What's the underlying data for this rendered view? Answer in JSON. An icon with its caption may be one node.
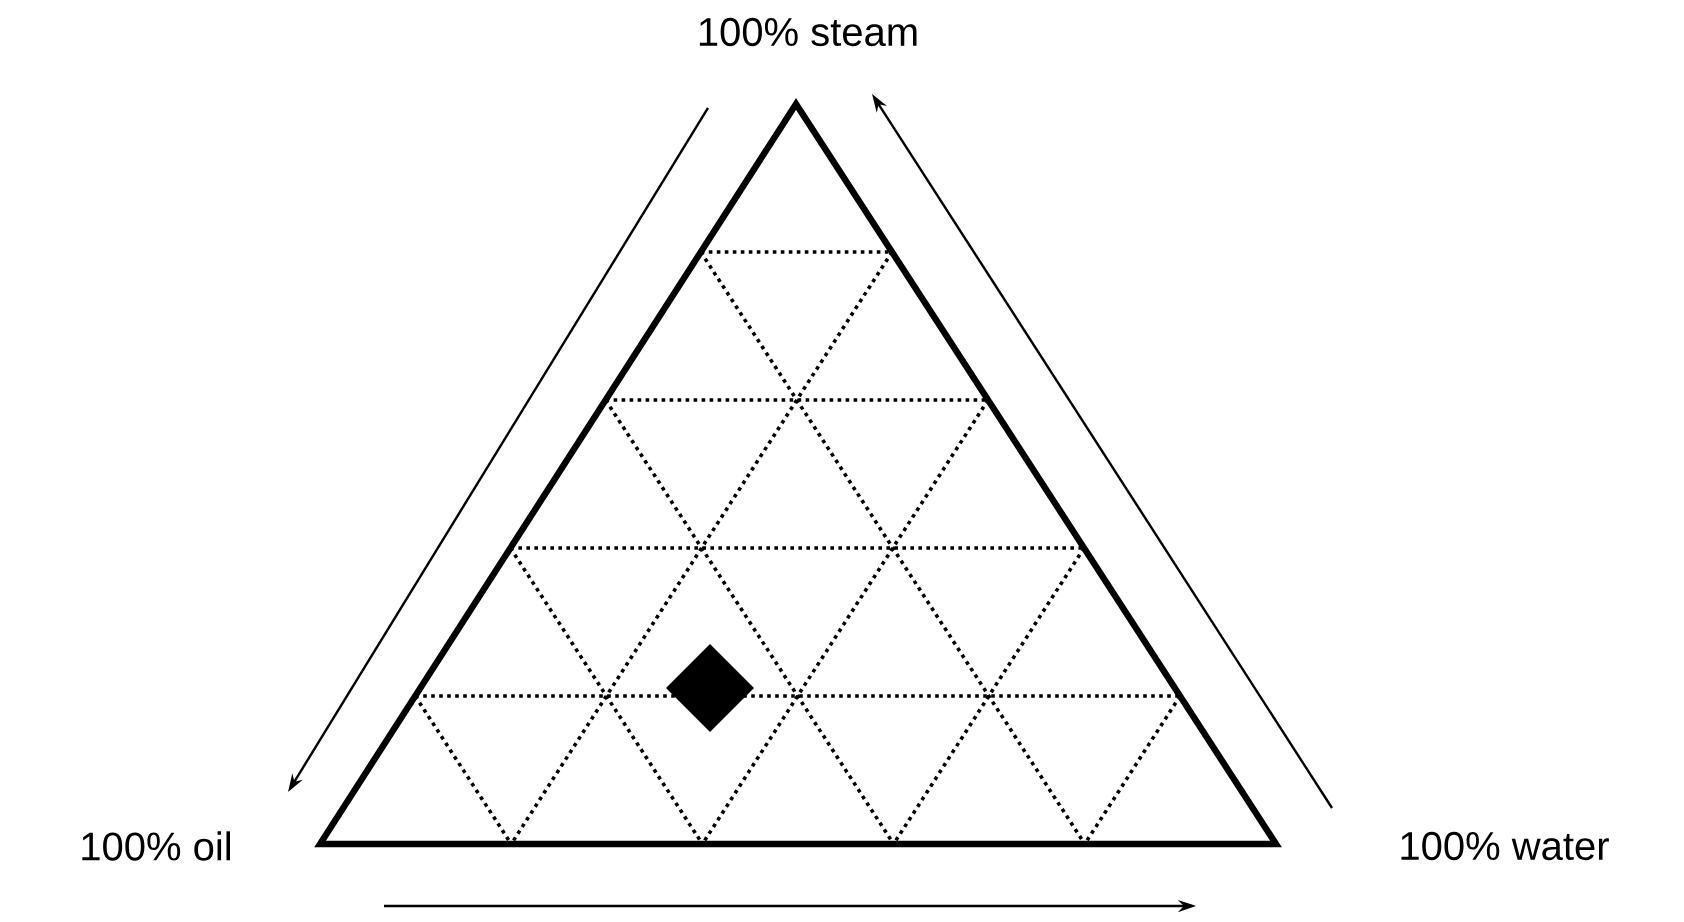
{
  "diagram": {
    "labels": [
      "100% steam",
      "100% oil",
      "100% water"
    ]
  }
}
